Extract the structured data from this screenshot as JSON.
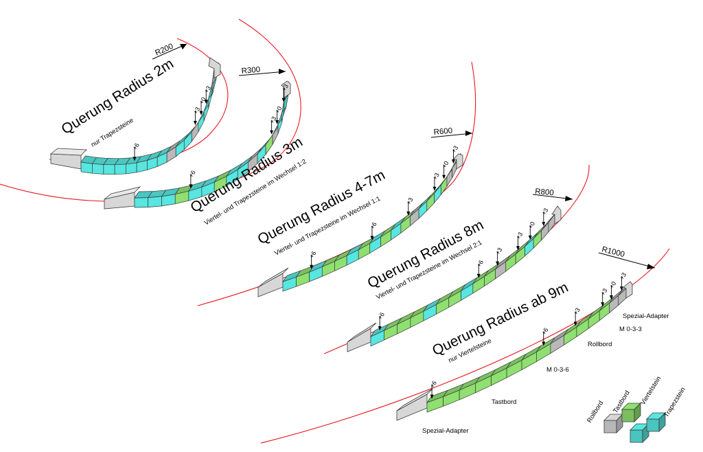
{
  "colors": {
    "viertelstein": "#57e6e0",
    "tastbord": "#8fe070",
    "trapezstein": "#b9b9b9",
    "adapter": "#d7d7d7",
    "curve": "#e8161e",
    "edge": "#3a3a3a"
  },
  "sections": [
    {
      "key": "r2",
      "title": "Querung Radius 2m",
      "subtitle": "nur Trapezsteine",
      "radius_label": "R200",
      "marks": [
        "+6",
        "+3",
        "+3",
        "+0"
      ],
      "block_pattern": "c c c c c c c c t c c t c c c t"
    },
    {
      "key": "r3",
      "title": "Querung Radius 3m",
      "subtitle": "Viertel- und Trapezsteine im Wechsel 1:2",
      "radius_label": "R300",
      "marks": [
        "+6",
        "+3",
        "+3",
        "+0"
      ],
      "block_pattern": "c c c g c c g c c t c g t c c t"
    },
    {
      "key": "r47",
      "title": "Querung Radius 4-7m",
      "subtitle": "Viertel- und Trapezsteine im Wechsel 1:1",
      "radius_label": "R600",
      "marks": [
        "+6",
        "+6",
        "+3",
        "+3",
        "+3",
        "+0"
      ],
      "block_pattern": "c g c g g c g c g c g t c g c g t t"
    },
    {
      "key": "r8",
      "title": "Querung Radius 8m",
      "subtitle": "Viertel- und Trapezsteine im Wechsel 2:1",
      "radius_label": "R800",
      "marks": [
        "+6",
        "+6",
        "+3",
        "+3",
        "+3",
        "+0"
      ],
      "block_pattern": "c g g g c g g c g g t g g c g t t"
    },
    {
      "key": "r9",
      "title": "Querung Radius ab 9m",
      "subtitle": "nur Viertelsteine",
      "radius_label": "R1000",
      "marks": [
        "+6",
        "+6",
        "+3",
        "+3",
        "+3",
        "+0"
      ],
      "block_pattern": "g g g g g g g g t g g g g t t"
    }
  ],
  "annotations": {
    "spezial_adapter_top": "Spezial-Adapter",
    "m033": "M 0-3-3",
    "rollbord": "Rollbord",
    "m036": "M 0-3-6",
    "tastbord": "Tastbord",
    "spezial_adapter_bottom": "Spezial-Adapter"
  },
  "legend": {
    "rollbord": "Rollbord",
    "tastbord": "Tastbord",
    "viertelstein": "Viertelstein",
    "trapezstein": "Trapezstein"
  }
}
